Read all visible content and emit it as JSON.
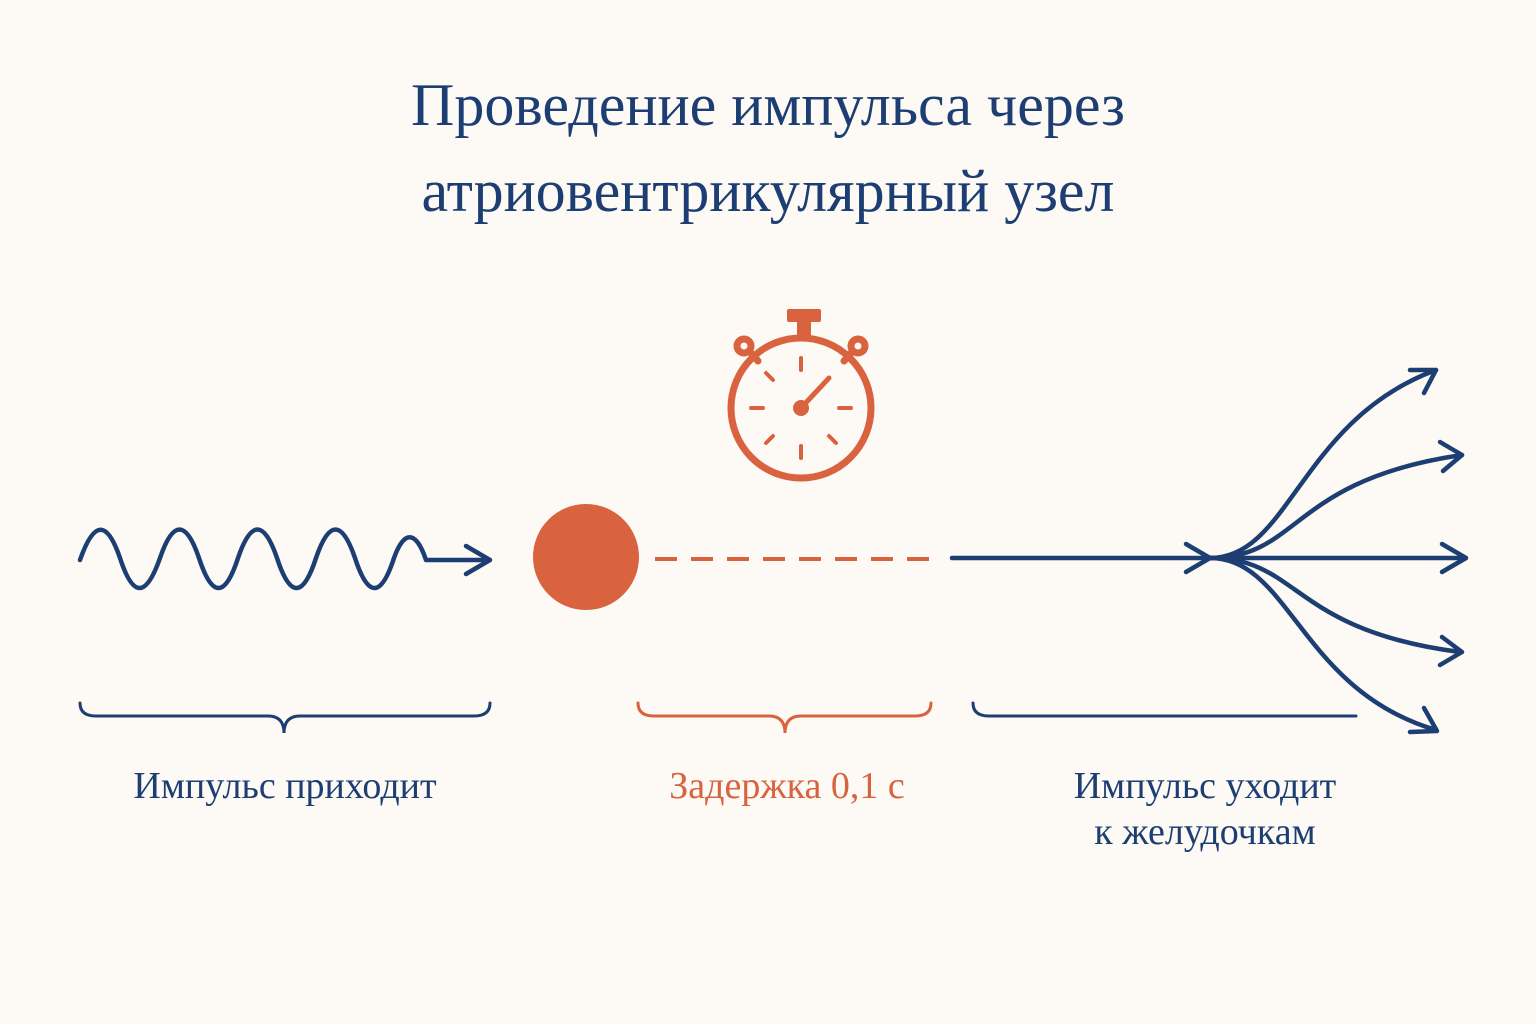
{
  "title": {
    "line1": "Проведение импульса через",
    "line2": "атриовентрикулярный узел"
  },
  "stages": {
    "incoming": {
      "label": "Импульс приходит",
      "icon": "wave-arrow-icon"
    },
    "delay": {
      "label": "Задержка 0,1 с",
      "icon": "stopwatch-icon"
    },
    "outgoing": {
      "label_line1": "Импульс уходит",
      "label_line2": "к желудочкам",
      "icon": "branching-arrows-icon"
    }
  },
  "colors": {
    "blue": "#1d3e73",
    "orange": "#d9623f",
    "background": "#fdf9f4"
  }
}
